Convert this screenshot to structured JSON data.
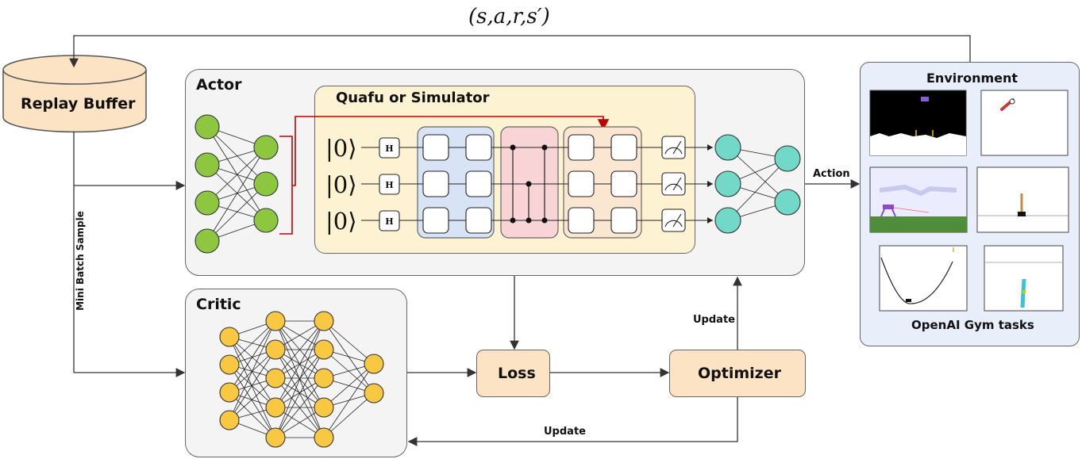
{
  "top_label": "(s,a,r,s′)",
  "replay_buffer": "Replay Buffer",
  "mini_batch": "Mini Batch Sample",
  "actor": "Actor",
  "critic": "Critic",
  "quafu": "Quafu or Simulator",
  "ket": "|0⟩",
  "hadamard": "H",
  "action": "Action",
  "loss": "Loss",
  "optimizer": "Optimizer",
  "update_right": "Update",
  "update_bottom": "Update",
  "environment": "Environment",
  "gym": "OpenAI Gym tasks",
  "colors": {
    "actor_input": "#8dc63f",
    "actor_output": "#72d8c8",
    "critic_node": "#f9c842",
    "panel_bg": "#f4f4f4",
    "quafu_bg": "#fdf3d2",
    "blue_block": "#d8e4f6",
    "red_block": "#f9d4d6",
    "orange_block": "#fbe6d2",
    "env_bg": "#e9eefb",
    "arrow_red": "#c00000",
    "loss_bg": "#fbe3c4"
  }
}
